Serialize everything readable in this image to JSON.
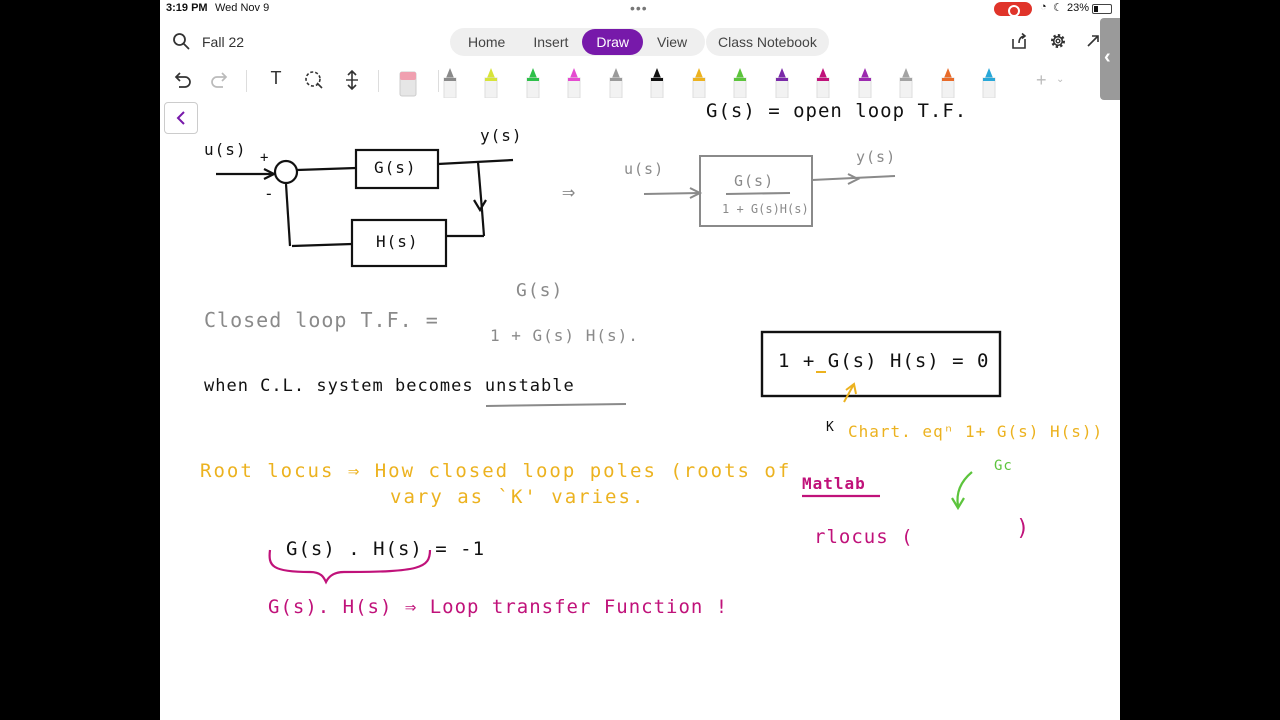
{
  "status_bar": {
    "time": "3:19 PM",
    "date": "Wed Nov 9",
    "battery": "23%"
  },
  "nav": {
    "notebook_title": "Fall 22",
    "tabs": [
      {
        "label": "Home"
      },
      {
        "label": "Insert"
      },
      {
        "label": "Draw",
        "active": true
      },
      {
        "label": "View"
      }
    ],
    "class_notebook": "Class Notebook"
  },
  "toolbar": {
    "text_tool": "T",
    "pens": [
      {
        "color": "#c9c9c9",
        "name": "eraser-tool"
      },
      {
        "color": "#8a8a8a",
        "name": "pen-gray-a"
      },
      {
        "color": "#d7e43a",
        "name": "highlighter-yellow-green"
      },
      {
        "color": "#2ec04a",
        "name": "highlighter-green"
      },
      {
        "color": "#e54bd0",
        "name": "highlighter-pink"
      },
      {
        "color": "#9a9a9a",
        "name": "pen-gray"
      },
      {
        "color": "#111111",
        "name": "pen-black"
      },
      {
        "color": "#ecb21f",
        "name": "pen-yellow"
      },
      {
        "color": "#5cc43c",
        "name": "pen-green"
      },
      {
        "color": "#7a2aa8",
        "name": "pen-purple"
      },
      {
        "color": "#c0127a",
        "name": "pen-magenta"
      },
      {
        "color": "#9c2ab0",
        "name": "pen-violet"
      },
      {
        "color": "#a3a3a3",
        "name": "pen-light-gray"
      },
      {
        "color": "#e86b2a",
        "name": "pen-orange"
      },
      {
        "color": "#29a8d8",
        "name": "pen-blue"
      }
    ],
    "add_pen": "+"
  },
  "notes": {
    "open_loop": "G(s) = open loop T.F.",
    "u_label": "u(s)",
    "y_label": "y(s)",
    "plus": "+",
    "minus": "-",
    "g_block": "G(s)",
    "h_block": "H(s)",
    "implies": "⇒",
    "u2_label": "u(s)",
    "y2_label": "y(s)",
    "frac_num": "G(s)",
    "frac_den": "1 + G(s)H(s)",
    "closed_loop_lhs": "Closed loop T.F. =",
    "closed_num": "G(s)",
    "closed_den": "1 + G(s) H(s).",
    "when_text": "when C.L. system becomes unstable",
    "char_eq": "1 + G(s) H(s) = 0",
    "k_mark": "K",
    "root_locus_1": "Root locus ⇒ How closed loop poles (roots of",
    "char_eq_yellow": "Chart. eqⁿ 1+ G(s) H(s))",
    "root_locus_2": "vary as `K' varies.",
    "matlab": "Matlab",
    "green_gc": "Gc",
    "rlocus": "rlocus (",
    "rlocus_close": ")",
    "gh_eq": "G(s) . H(s) = -1",
    "loop_tf": "G(s). H(s) ⇒ Loop transfer Function !"
  }
}
